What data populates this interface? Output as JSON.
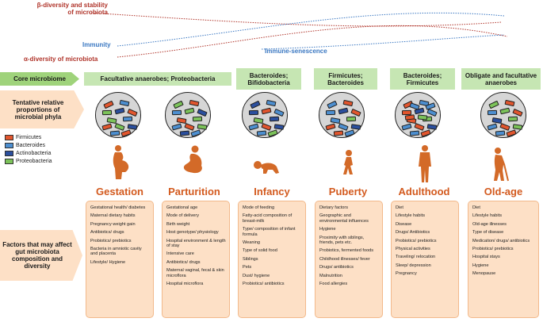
{
  "trends": {
    "beta": "β-diversity and stability\nof microbiota",
    "immunity": "Immunity",
    "alpha": "α-diversity of microbiota",
    "senescence": "Immune-senescence"
  },
  "rows": {
    "core": "Core microbiome",
    "proportions": "Tentative relative proportions of microbial phyla",
    "factors": "Factors that may affect gut microbiota composition and diversity"
  },
  "legend": [
    {
      "label": "Firmicutes",
      "color": "#e2562e"
    },
    {
      "label": "Bacteroides",
      "color": "#4d8fd0"
    },
    {
      "label": "Actinobacteria",
      "color": "#2b4f9e"
    },
    {
      "label": "Proteobacteria",
      "color": "#7cc35a"
    }
  ],
  "colors": {
    "beta": "#b0342a",
    "immunity": "#3b78c2",
    "alpha": "#b0342a",
    "senescence": "#3b78c2",
    "stage_title": "#d35a1e",
    "silhouette": "#d36a28"
  },
  "core": [
    {
      "label": "Facultative anaerobes; Proteobacteria"
    },
    {
      "label": "Bacteroides;\nBifidobacteria"
    },
    {
      "label": "Firmicutes;\nBacteroides"
    },
    {
      "label": "Bacteroides;\nFirmicutes"
    },
    {
      "label": "Obligate and facultative\nanaerobes"
    }
  ],
  "stages": [
    {
      "title": "Gestation",
      "icon": "pregnant-woman-icon",
      "factors": [
        "Gestational health/ diabetes",
        "Maternal dietary habits",
        "Pregnancy weight gain",
        "Antibiotics/ drugs",
        "Probiotics/ prebiotics",
        "Bacteria in amniotic cavity and placenta",
        "Lifestyle/ Hygiene"
      ]
    },
    {
      "title": "Parturition",
      "icon": "mother-in-labor-icon",
      "factors": [
        "Gestational age",
        "Mode of delivery",
        "Birth weight",
        "Host genotype/ physiology",
        "Hospital environment & length of stay",
        "Intensive care",
        "Antibiotics/ drugs",
        "Maternal vaginal, fecal & skin microflora",
        "Hospital microflora"
      ]
    },
    {
      "title": "Infancy",
      "icon": "crawling-baby-icon",
      "factors": [
        "Mode of feeding",
        "Fatty-acid composition of breast-milk",
        "Type/ composition of infant formula",
        "Weaning",
        "Type of solid food",
        "Siblings",
        "Pets",
        "Dust/ hygiene",
        "Probiotics/ antibiotics"
      ]
    },
    {
      "title": "Puberty",
      "icon": "child-walking-icon",
      "factors": [
        "Dietary factors",
        "Geographic and environmental influences",
        "Hygiene",
        "Proximity with siblings, friends, pets etc.",
        "Probiotics, fermented foods",
        "Childhood illnesses/ fever",
        "Drugs/ antibiotics",
        "Malnutrition",
        "Food allergies"
      ]
    },
    {
      "title": "Adulthood",
      "icon": "adult-man-icon",
      "factors": [
        "Diet",
        "Lifestyle habits",
        "Disease",
        "Drugs/ Antibiotics",
        "Probiotics/ prebiotics",
        "Physical activities",
        "Traveling/ relocation",
        "Sleep/ depression",
        "Pregnancy"
      ]
    },
    {
      "title": "Old-age",
      "icon": "elderly-with-cane-icon",
      "factors": [
        "Diet",
        "Lifestyle habits",
        "Old-age illnesses",
        "Type of disease",
        "Medication/ drugs/ antibiotics",
        "Probiotics/ prebiotics",
        "Hospital stays",
        "Hygiene",
        "Menopause"
      ]
    }
  ]
}
